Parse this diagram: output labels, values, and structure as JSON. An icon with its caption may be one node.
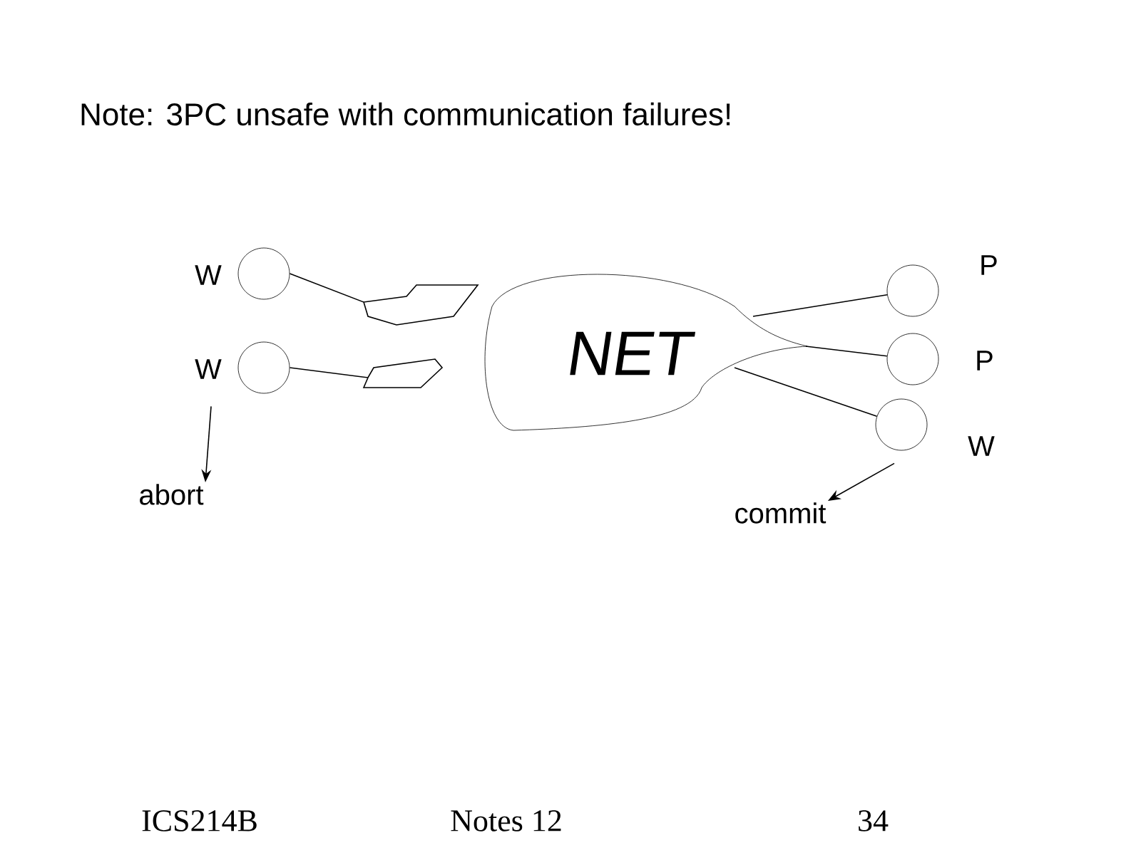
{
  "diagram": {
    "title": "Note: 3PC unsafe with communication failures!",
    "nodes": [
      {
        "text": [],
        "shape": "circle",
        "beside": [
          "W"
        ]
      },
      {
        "text": [],
        "shape": "circle",
        "beside": [
          "W"
        ]
      },
      {
        "text": [
          "NET"
        ]
      },
      {
        "text": [],
        "shape": "circle",
        "beside": [
          "P"
        ]
      },
      {
        "text": [],
        "shape": "circle",
        "beside": [
          "P"
        ]
      },
      {
        "text": [],
        "shape": "circle",
        "beside": [
          "W"
        ]
      },
      {
        "text": [
          "abort"
        ]
      },
      {
        "text": [
          "commit"
        ]
      }
    ],
    "edges": [
      {
        "from": 0,
        "to": null,
        "arrow": "none"
      },
      {
        "from": 1,
        "to": null,
        "arrow": "none"
      },
      {
        "from": 2,
        "to": 3,
        "arrow": "none"
      },
      {
        "from": 2,
        "to": 4,
        "arrow": "none"
      },
      {
        "from": 2,
        "to": 5,
        "arrow": "none"
      },
      {
        "from": 1,
        "to": 6,
        "arrow": "to"
      },
      {
        "from": 5,
        "to": 7,
        "arrow": "to"
      }
    ],
    "labels": [
      "ICS214B",
      "Notes 12",
      "34"
    ]
  }
}
